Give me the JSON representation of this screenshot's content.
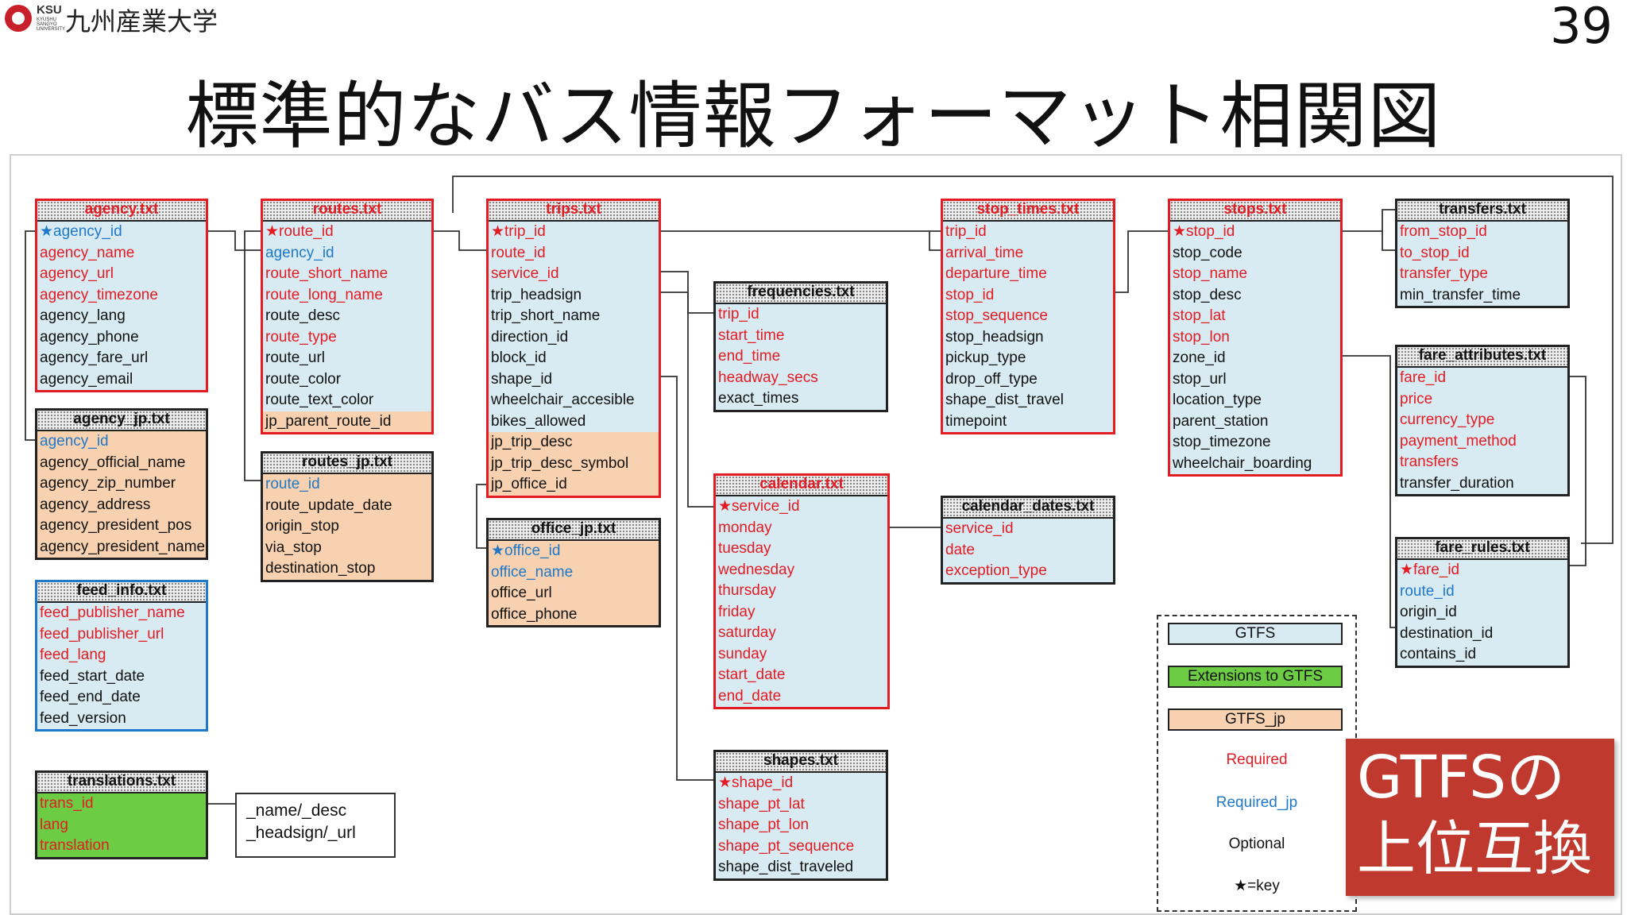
{
  "header": {
    "logo_en": "KSU",
    "logo_en_sub": "KYUSHU SANGYO UNIVERSITY",
    "university": "九州産業大学",
    "page_number": "39",
    "title": "標準的なバス情報フォーマット相関図"
  },
  "colors": {
    "gtfs": "#d8ebf2",
    "extension": "#6ccd45",
    "gtfs_jp": "#f8d2b0",
    "required": "#e31b23",
    "required_jp": "#1f78c8",
    "optional": "#111111",
    "badge": "#c0392e"
  },
  "tables": [
    {
      "id": "agency",
      "name": "agency.txt",
      "header_style": "red",
      "border": "req",
      "fields": [
        {
          "text": "★agency_id",
          "style": "b",
          "bg": "gtfs"
        },
        {
          "text": "agency_name",
          "style": "r",
          "bg": "gtfs"
        },
        {
          "text": "agency_url",
          "style": "r",
          "bg": "gtfs"
        },
        {
          "text": "agency_timezone",
          "style": "r",
          "bg": "gtfs"
        },
        {
          "text": "agency_lang",
          "style": "k",
          "bg": "gtfs"
        },
        {
          "text": "agency_phone",
          "style": "k",
          "bg": "gtfs"
        },
        {
          "text": "agency_fare_url",
          "style": "k",
          "bg": "gtfs"
        },
        {
          "text": "agency_email",
          "style": "k",
          "bg": "gtfs"
        }
      ]
    },
    {
      "id": "agency_jp",
      "name": "agency_jp.txt",
      "header_style": "black",
      "border": "norm",
      "fields": [
        {
          "text": "agency_id",
          "style": "b",
          "bg": "jp"
        },
        {
          "text": "agency_official_name",
          "style": "k",
          "bg": "jp"
        },
        {
          "text": "agency_zip_number",
          "style": "k",
          "bg": "jp"
        },
        {
          "text": "agency_address",
          "style": "k",
          "bg": "jp"
        },
        {
          "text": "agency_president_pos",
          "style": "k",
          "bg": "jp"
        },
        {
          "text": "agency_president_name",
          "style": "k",
          "bg": "jp"
        }
      ]
    },
    {
      "id": "feed_info",
      "name": "feed_info.txt",
      "header_style": "black",
      "border": "reqjp",
      "fields": [
        {
          "text": "feed_publisher_name",
          "style": "r",
          "bg": "gtfs"
        },
        {
          "text": "feed_publisher_url",
          "style": "r",
          "bg": "gtfs"
        },
        {
          "text": "feed_lang",
          "style": "r",
          "bg": "gtfs"
        },
        {
          "text": "feed_start_date",
          "style": "k",
          "bg": "gtfs"
        },
        {
          "text": "feed_end_date",
          "style": "k",
          "bg": "gtfs"
        },
        {
          "text": "feed_version",
          "style": "k",
          "bg": "gtfs"
        }
      ]
    },
    {
      "id": "translations",
      "name": "translations.txt",
      "header_style": "black",
      "border": "norm",
      "fields": [
        {
          "text": "trans_id",
          "style": "r",
          "bg": "ext"
        },
        {
          "text": "lang",
          "style": "r",
          "bg": "ext"
        },
        {
          "text": "translation",
          "style": "r",
          "bg": "ext"
        }
      ]
    },
    {
      "id": "routes",
      "name": "routes.txt",
      "header_style": "red",
      "border": "req",
      "fields": [
        {
          "text": "★route_id",
          "style": "r",
          "bg": "gtfs"
        },
        {
          "text": "agency_id",
          "style": "b",
          "bg": "gtfs"
        },
        {
          "text": "route_short_name",
          "style": "r",
          "bg": "gtfs"
        },
        {
          "text": "route_long_name",
          "style": "r",
          "bg": "gtfs"
        },
        {
          "text": "route_desc",
          "style": "k",
          "bg": "gtfs"
        },
        {
          "text": "route_type",
          "style": "r",
          "bg": "gtfs"
        },
        {
          "text": "route_url",
          "style": "k",
          "bg": "gtfs"
        },
        {
          "text": "route_color",
          "style": "k",
          "bg": "gtfs"
        },
        {
          "text": "route_text_color",
          "style": "k",
          "bg": "gtfs"
        },
        {
          "text": "jp_parent_route_id",
          "style": "k",
          "bg": "jp"
        }
      ]
    },
    {
      "id": "routes_jp",
      "name": "routes_jp.txt",
      "header_style": "black",
      "border": "norm",
      "fields": [
        {
          "text": "route_id",
          "style": "b",
          "bg": "jp"
        },
        {
          "text": "route_update_date",
          "style": "k",
          "bg": "jp"
        },
        {
          "text": "origin_stop",
          "style": "k",
          "bg": "jp"
        },
        {
          "text": "via_stop",
          "style": "k",
          "bg": "jp"
        },
        {
          "text": "destination_stop",
          "style": "k",
          "bg": "jp"
        }
      ]
    },
    {
      "id": "trips",
      "name": "trips.txt",
      "header_style": "red",
      "border": "req",
      "fields": [
        {
          "text": "★trip_id",
          "style": "r",
          "bg": "gtfs"
        },
        {
          "text": "route_id",
          "style": "r",
          "bg": "gtfs"
        },
        {
          "text": "service_id",
          "style": "r",
          "bg": "gtfs"
        },
        {
          "text": "trip_headsign",
          "style": "k",
          "bg": "gtfs"
        },
        {
          "text": "trip_short_name",
          "style": "k",
          "bg": "gtfs"
        },
        {
          "text": "direction_id",
          "style": "k",
          "bg": "gtfs"
        },
        {
          "text": "block_id",
          "style": "k",
          "bg": "gtfs"
        },
        {
          "text": "shape_id",
          "style": "k",
          "bg": "gtfs"
        },
        {
          "text": "wheelchair_accesible",
          "style": "k",
          "bg": "gtfs"
        },
        {
          "text": "bikes_allowed",
          "style": "k",
          "bg": "gtfs"
        },
        {
          "text": "jp_trip_desc",
          "style": "k",
          "bg": "jp"
        },
        {
          "text": "jp_trip_desc_symbol",
          "style": "k",
          "bg": "jp"
        },
        {
          "text": "jp_office_id",
          "style": "k",
          "bg": "jp"
        }
      ]
    },
    {
      "id": "office_jp",
      "name": "office_jp.txt",
      "header_style": "black",
      "border": "norm",
      "fields": [
        {
          "text": "★office_id",
          "style": "b",
          "bg": "jp"
        },
        {
          "text": "office_name",
          "style": "b",
          "bg": "jp"
        },
        {
          "text": "office_url",
          "style": "k",
          "bg": "jp"
        },
        {
          "text": "office_phone",
          "style": "k",
          "bg": "jp"
        }
      ]
    },
    {
      "id": "frequencies",
      "name": "frequencies.txt",
      "header_style": "black",
      "border": "norm",
      "fields": [
        {
          "text": "trip_id",
          "style": "r",
          "bg": "gtfs"
        },
        {
          "text": "start_time",
          "style": "r",
          "bg": "gtfs"
        },
        {
          "text": "end_time",
          "style": "r",
          "bg": "gtfs"
        },
        {
          "text": "headway_secs",
          "style": "r",
          "bg": "gtfs"
        },
        {
          "text": "exact_times",
          "style": "k",
          "bg": "gtfs"
        }
      ]
    },
    {
      "id": "calendar",
      "name": "calendar.txt",
      "header_style": "red",
      "border": "req",
      "fields": [
        {
          "text": "★service_id",
          "style": "r",
          "bg": "gtfs"
        },
        {
          "text": "monday",
          "style": "r",
          "bg": "gtfs"
        },
        {
          "text": "tuesday",
          "style": "r",
          "bg": "gtfs"
        },
        {
          "text": "wednesday",
          "style": "r",
          "bg": "gtfs"
        },
        {
          "text": "thursday",
          "style": "r",
          "bg": "gtfs"
        },
        {
          "text": "friday",
          "style": "r",
          "bg": "gtfs"
        },
        {
          "text": "saturday",
          "style": "r",
          "bg": "gtfs"
        },
        {
          "text": "sunday",
          "style": "r",
          "bg": "gtfs"
        },
        {
          "text": "start_date",
          "style": "r",
          "bg": "gtfs"
        },
        {
          "text": "end_date",
          "style": "r",
          "bg": "gtfs"
        }
      ]
    },
    {
      "id": "shapes",
      "name": "shapes.txt",
      "header_style": "black",
      "border": "norm",
      "fields": [
        {
          "text": "★shape_id",
          "style": "r",
          "bg": "gtfs"
        },
        {
          "text": "shape_pt_lat",
          "style": "r",
          "bg": "gtfs"
        },
        {
          "text": "shape_pt_lon",
          "style": "r",
          "bg": "gtfs"
        },
        {
          "text": "shape_pt_sequence",
          "style": "r",
          "bg": "gtfs"
        },
        {
          "text": "shape_dist_traveled",
          "style": "k",
          "bg": "gtfs"
        }
      ]
    },
    {
      "id": "stop_times",
      "name": "stop_times.txt",
      "header_style": "red",
      "border": "req",
      "fields": [
        {
          "text": "trip_id",
          "style": "r",
          "bg": "gtfs"
        },
        {
          "text": "arrival_time",
          "style": "r",
          "bg": "gtfs"
        },
        {
          "text": "departure_time",
          "style": "r",
          "bg": "gtfs"
        },
        {
          "text": "stop_id",
          "style": "r",
          "bg": "gtfs"
        },
        {
          "text": "stop_sequence",
          "style": "r",
          "bg": "gtfs"
        },
        {
          "text": "stop_headsign",
          "style": "k",
          "bg": "gtfs"
        },
        {
          "text": "pickup_type",
          "style": "k",
          "bg": "gtfs"
        },
        {
          "text": "drop_off_type",
          "style": "k",
          "bg": "gtfs"
        },
        {
          "text": "shape_dist_travel",
          "style": "k",
          "bg": "gtfs"
        },
        {
          "text": "timepoint",
          "style": "k",
          "bg": "gtfs"
        }
      ]
    },
    {
      "id": "calendar_dates",
      "name": "calendar_dates.txt",
      "header_style": "black",
      "border": "norm",
      "fields": [
        {
          "text": "service_id",
          "style": "r",
          "bg": "gtfs"
        },
        {
          "text": "date",
          "style": "r",
          "bg": "gtfs"
        },
        {
          "text": "exception_type",
          "style": "r",
          "bg": "gtfs"
        }
      ]
    },
    {
      "id": "stops",
      "name": "stops.txt",
      "header_style": "red",
      "border": "req",
      "fields": [
        {
          "text": "★stop_id",
          "style": "r",
          "bg": "gtfs"
        },
        {
          "text": "stop_code",
          "style": "k",
          "bg": "gtfs"
        },
        {
          "text": "stop_name",
          "style": "r",
          "bg": "gtfs"
        },
        {
          "text": "stop_desc",
          "style": "k",
          "bg": "gtfs"
        },
        {
          "text": "stop_lat",
          "style": "r",
          "bg": "gtfs"
        },
        {
          "text": "stop_lon",
          "style": "r",
          "bg": "gtfs"
        },
        {
          "text": "zone_id",
          "style": "k",
          "bg": "gtfs"
        },
        {
          "text": "stop_url",
          "style": "k",
          "bg": "gtfs"
        },
        {
          "text": "location_type",
          "style": "k",
          "bg": "gtfs"
        },
        {
          "text": "parent_station",
          "style": "k",
          "bg": "gtfs"
        },
        {
          "text": "stop_timezone",
          "style": "k",
          "bg": "gtfs"
        },
        {
          "text": "wheelchair_boarding",
          "style": "k",
          "bg": "gtfs"
        }
      ]
    },
    {
      "id": "transfers",
      "name": "transfers.txt",
      "header_style": "black",
      "border": "norm",
      "fields": [
        {
          "text": "from_stop_id",
          "style": "r",
          "bg": "gtfs"
        },
        {
          "text": "to_stop_id",
          "style": "r",
          "bg": "gtfs"
        },
        {
          "text": "transfer_type",
          "style": "r",
          "bg": "gtfs"
        },
        {
          "text": "min_transfer_time",
          "style": "k",
          "bg": "gtfs"
        }
      ]
    },
    {
      "id": "fare_attributes",
      "name": "fare_attributes.txt",
      "header_style": "black",
      "border": "norm",
      "fields": [
        {
          "text": "fare_id",
          "style": "r",
          "bg": "gtfs"
        },
        {
          "text": "price",
          "style": "r",
          "bg": "gtfs"
        },
        {
          "text": "currency_type",
          "style": "r",
          "bg": "gtfs"
        },
        {
          "text": "payment_method",
          "style": "r",
          "bg": "gtfs"
        },
        {
          "text": "transfers",
          "style": "r",
          "bg": "gtfs"
        },
        {
          "text": "transfer_duration",
          "style": "k",
          "bg": "gtfs"
        }
      ]
    },
    {
      "id": "fare_rules",
      "name": "fare_rules.txt",
      "header_style": "black",
      "border": "norm",
      "fields": [
        {
          "text": "★fare_id",
          "style": "r",
          "bg": "gtfs"
        },
        {
          "text": "route_id",
          "style": "b",
          "bg": "gtfs"
        },
        {
          "text": "origin_id",
          "style": "k",
          "bg": "gtfs"
        },
        {
          "text": "destination_id",
          "style": "k",
          "bg": "gtfs"
        },
        {
          "text": "contains_id",
          "style": "k",
          "bg": "gtfs"
        }
      ]
    }
  ],
  "translations_note": [
    "_name/_desc",
    "_headsign/_url"
  ],
  "legend": {
    "gtfs": "GTFS",
    "extension": "Extensions to GTFS",
    "gtfs_jp": "GTFS_jp",
    "required": "Required",
    "required_jp": "Required_jp",
    "optional": "Optional",
    "key": "★=key"
  },
  "badge": {
    "line1": "GTFSの",
    "line2": "上位互換"
  }
}
